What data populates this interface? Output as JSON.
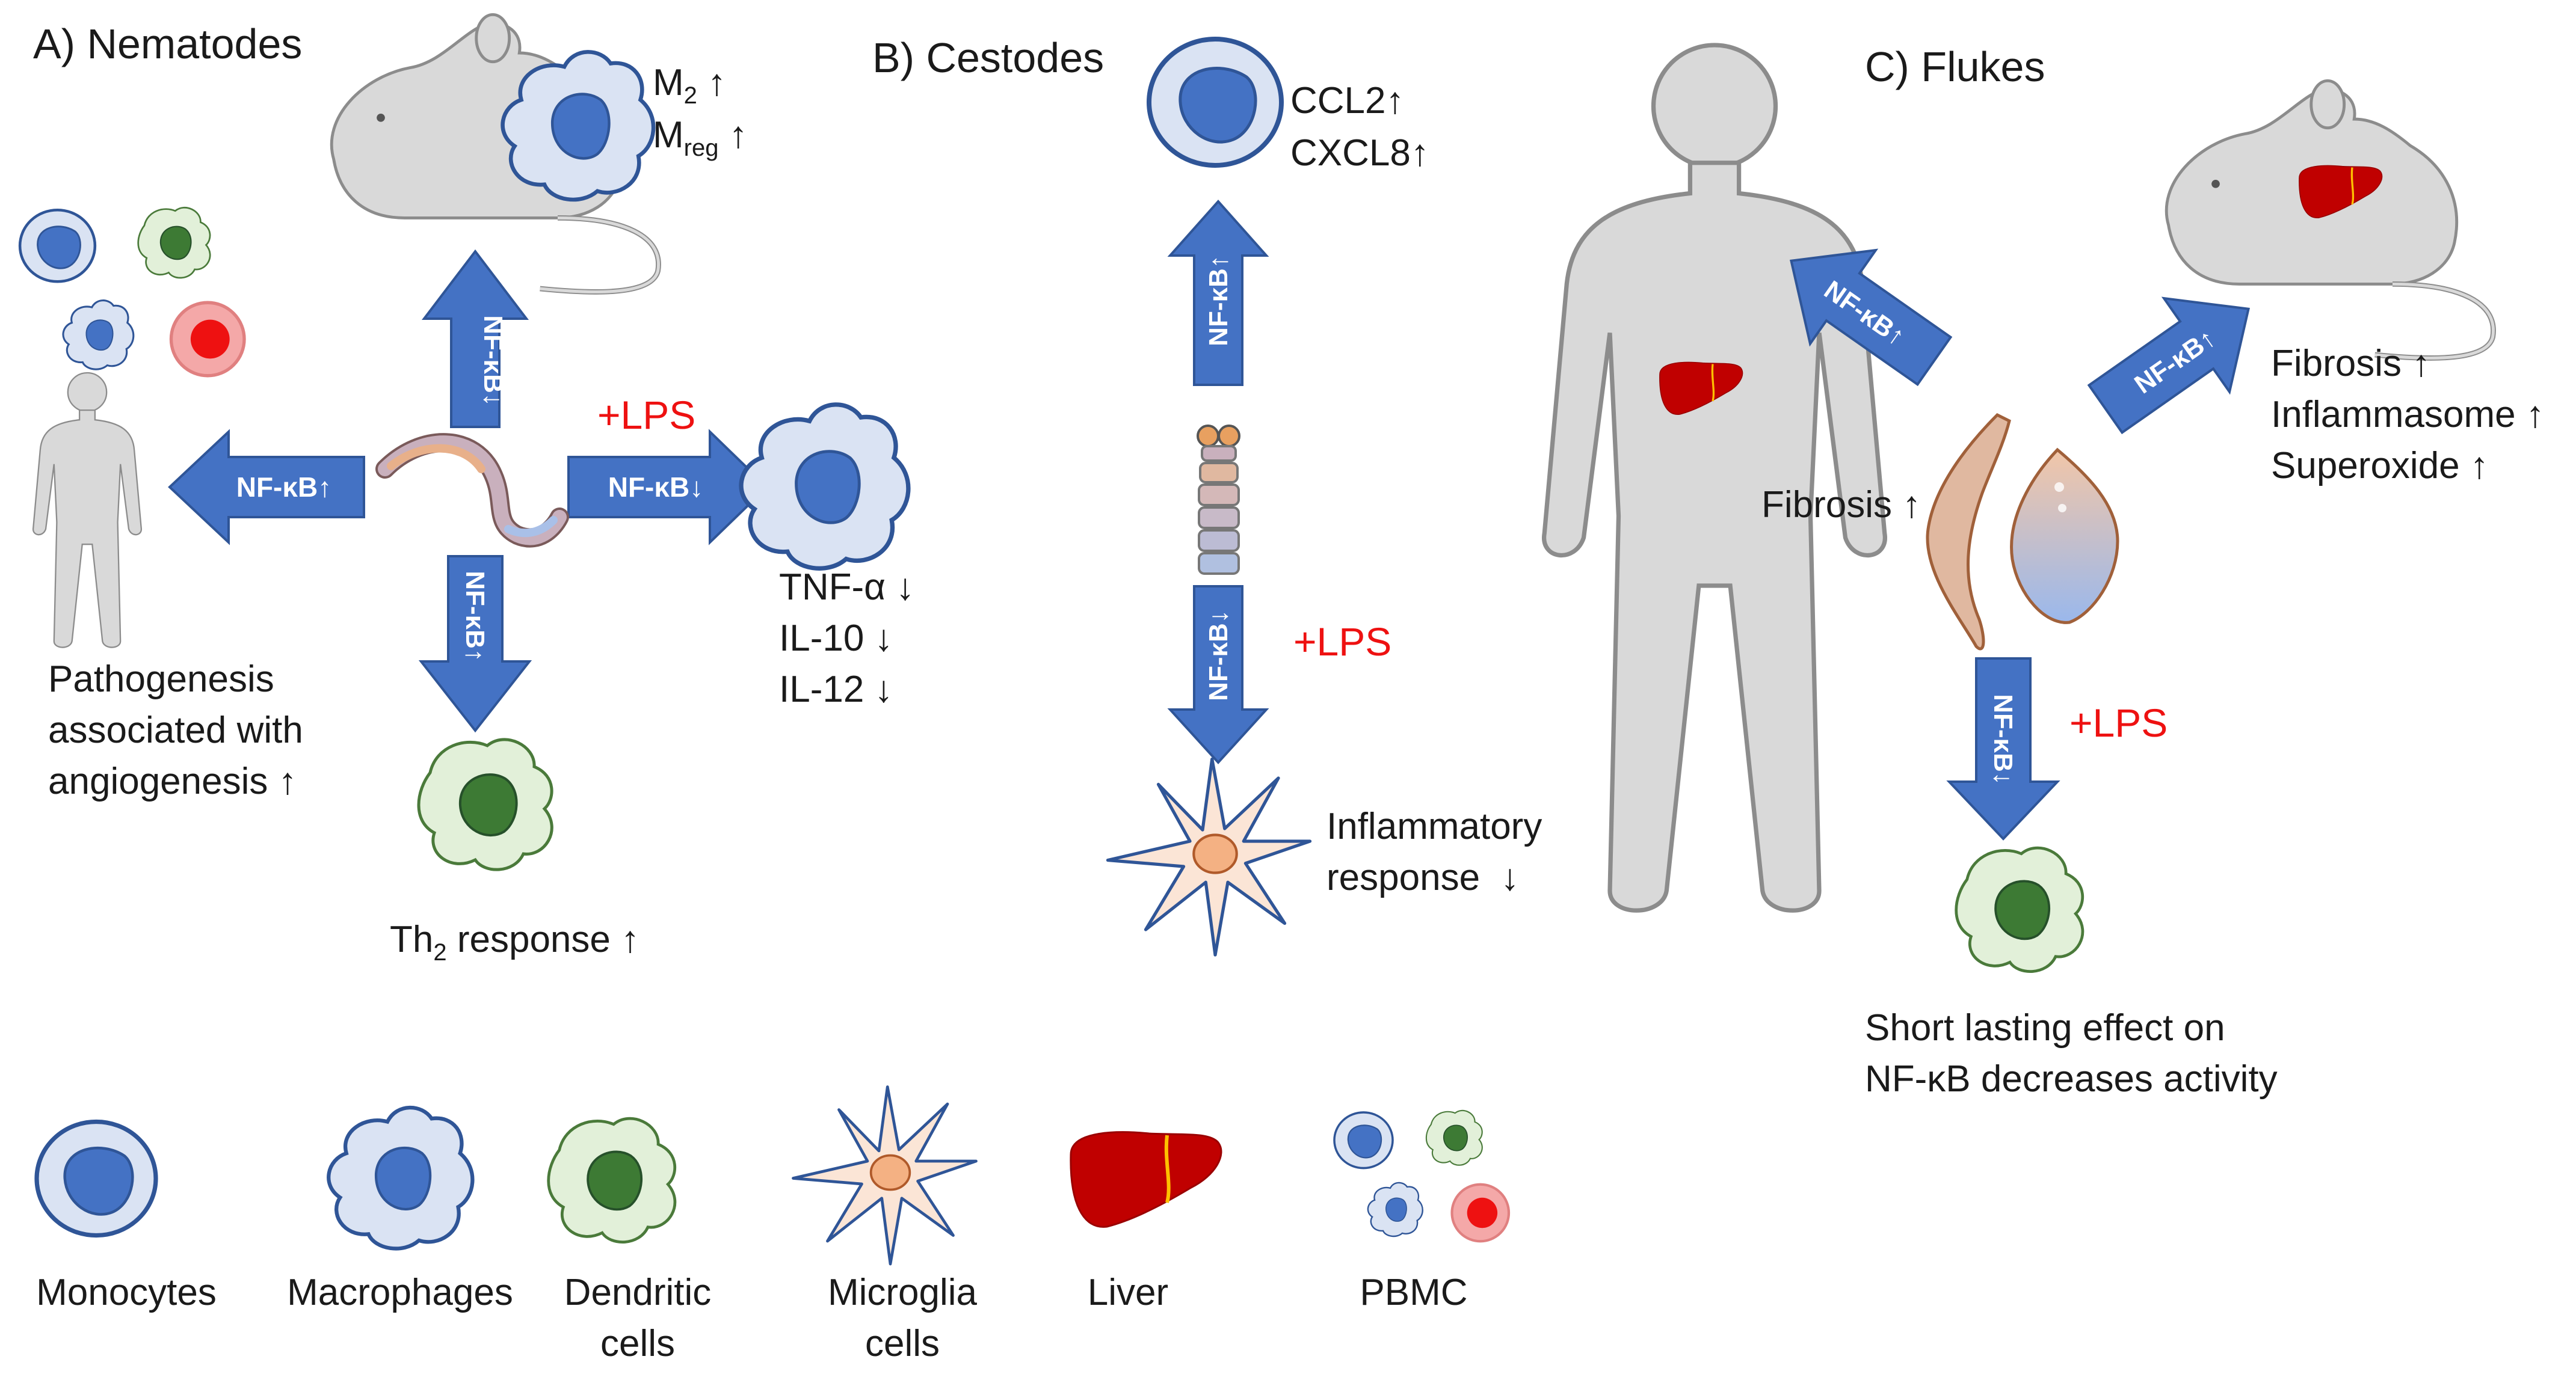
{
  "colors": {
    "arrow": "#4472c4",
    "arrow_stroke": "#2f5597",
    "silhouette": "#d9d9d9",
    "silhouette_stroke": "#8c8c8c",
    "monocyte_outer": "#dae3f3",
    "nucleus_blue": "#4472c4",
    "dendritic_fill": "#e2f0d9",
    "nucleus_green": "#3d7a34",
    "microglia_fill": "#fbe5d6",
    "liver": "#c00000",
    "red_text": "#ee1111"
  },
  "panels": {
    "A": {
      "title": "A) Nematodes",
      "mouse_markers": [
        "M",
        "2",
        " ↑",
        "M",
        "reg",
        " ↑"
      ],
      "human_effect": [
        "Pathogenesis",
        "associated with",
        "angiogenesis ↑"
      ],
      "macrophage_effects": [
        "TNF-α ↓",
        "IL-10 ↓",
        "IL-12 ↓"
      ],
      "dc_effect": [
        "Th",
        "2",
        " response ↑"
      ],
      "lps": "+LPS",
      "arrows": {
        "up": "NF-κB↓",
        "left": "NF-κB↑",
        "right": "NF-κB↓",
        "down": "NF-κB↑"
      }
    },
    "B": {
      "title": "B) Cestodes",
      "monocyte_effects": [
        "CCL2↑",
        "CXCL8↑"
      ],
      "microglia_effect": [
        "Inflammatory",
        "response  ↓"
      ],
      "lps": "+LPS",
      "arrows": {
        "up": "NF-κB↑",
        "down": "NF-κB↓"
      }
    },
    "C": {
      "title": "C) Flukes",
      "human_effect": "Fibrosis ↑",
      "mouse_effects": [
        "Fibrosis ↑",
        "Inflammasome ↑",
        "Superoxide ↑"
      ],
      "dc_effect": [
        "Short lasting effect on",
        "NF-κB decreases activity"
      ],
      "lps": "+LPS",
      "arrows": {
        "human": "NF-κB↑",
        "mouse": "NF-κB↑",
        "down": "NF-κB↓"
      }
    }
  },
  "legend": {
    "monocytes": "Monocytes",
    "macrophages": "Macrophages",
    "dendritic": [
      "Dendritic",
      "cells"
    ],
    "microglia": [
      "Microglia",
      "cells"
    ],
    "liver": "Liver",
    "pbmc": "PBMC"
  }
}
